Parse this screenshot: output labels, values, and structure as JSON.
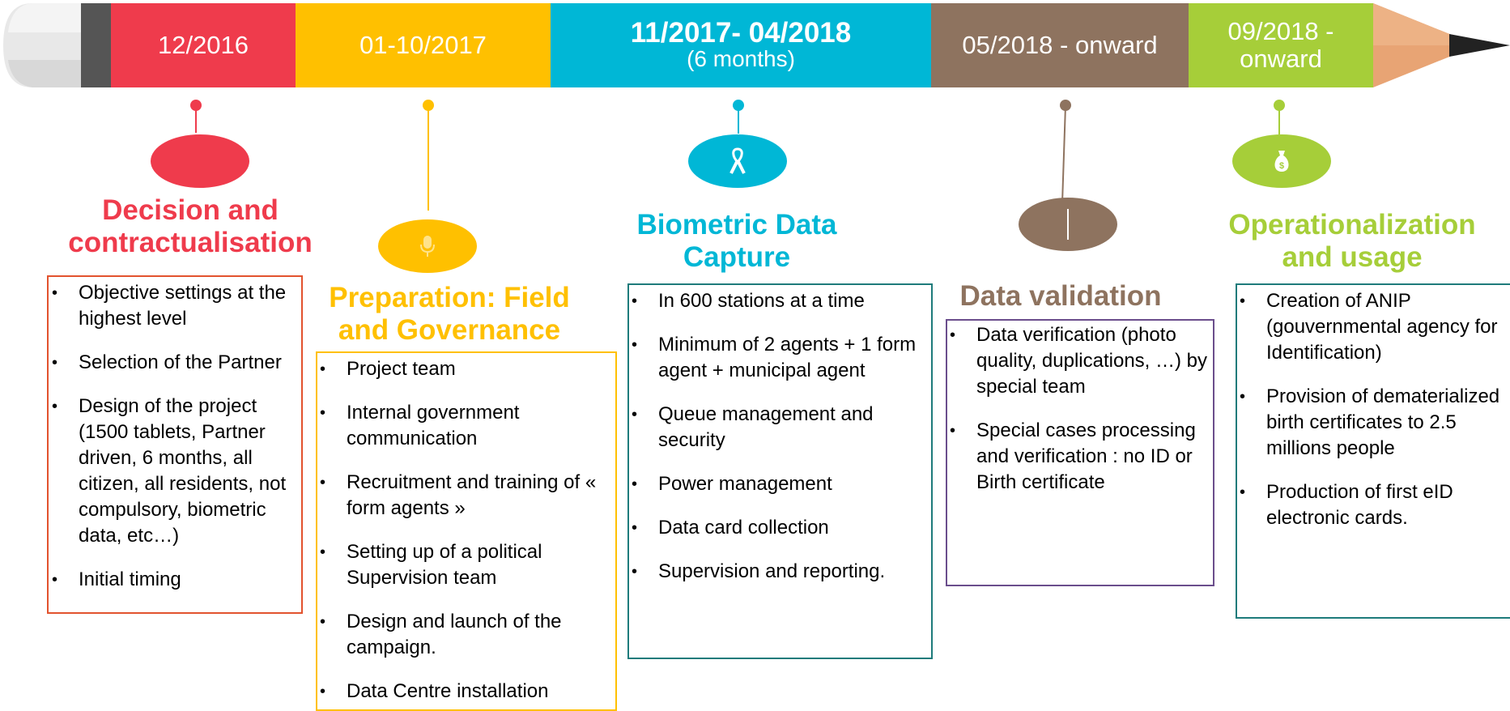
{
  "phases": [
    {
      "date": "12/2016",
      "date_sub": "",
      "title_line1": "Decision and",
      "title_line2": "contractualisation",
      "icon": "blank-icon",
      "color": "#EF3B4C",
      "items": [
        "Objective settings at the highest level",
        "Selection of the Partner",
        "Design of the project (1500 tablets, Partner driven, 6 months, all citizen, all residents, not compulsory, biometric data, etc…)",
        "Initial timing"
      ]
    },
    {
      "date": "01-10/2017",
      "date_sub": "",
      "title_line1": "Preparation: Field",
      "title_line2": "and Governance",
      "icon": "microphone-icon",
      "color": "#FFC000",
      "items": [
        "Project team",
        "Internal government communication",
        "Recruitment and training of « form agents »",
        "Setting up of a political Supervision team",
        "Design and launch of the campaign.",
        "Data Centre installation"
      ]
    },
    {
      "date": "11/2017- 04/2018",
      "date_sub": "(6 months)",
      "title_line1": "Biometric Data",
      "title_line2": "Capture",
      "icon": "ribbon-icon",
      "color": "#00B7D6",
      "items": [
        "In 600 stations at a time",
        "Minimum of 2 agents + 1 form agent + municipal agent",
        "Queue management and security",
        "Power management",
        "Data card collection",
        "Supervision and reporting."
      ]
    },
    {
      "date": "05/2018 - onward",
      "date_sub": "",
      "title_line1": "Data validation",
      "title_line2": "",
      "icon": "bar-icon",
      "color": "#8E735F",
      "items": [
        "Data verification (photo quality, duplications, …) by special team",
        "Special cases processing and verification : no ID or Birth certificate"
      ]
    },
    {
      "date": "09/2018 -",
      "date_sub": "onward",
      "title_line1": "Operationalization",
      "title_line2": "and usage",
      "icon": "money-bag-icon",
      "color": "#A6CE39",
      "items": [
        "Creation of ANIP (gouvernmental agency for Identification)",
        "Provision of dematerialized birth certificates to 2.5 millions people",
        "Production of first eID electronic cards."
      ]
    }
  ],
  "colors": {
    "eraser": "#E6E6E6",
    "band": "#555555",
    "tip": "#E8A474",
    "lead": "#222222",
    "box1_border": "#E2532E",
    "box2_border": "#FFC000",
    "box3_border": "#1E7B7B",
    "box4_border": "#6B4E8C",
    "box5_border": "#1E7B7B",
    "title1": "#EF3B4C",
    "title2": "#FFC000",
    "title3": "#00B7D6",
    "title4": "#8E735F",
    "title5": "#A6CE39"
  }
}
